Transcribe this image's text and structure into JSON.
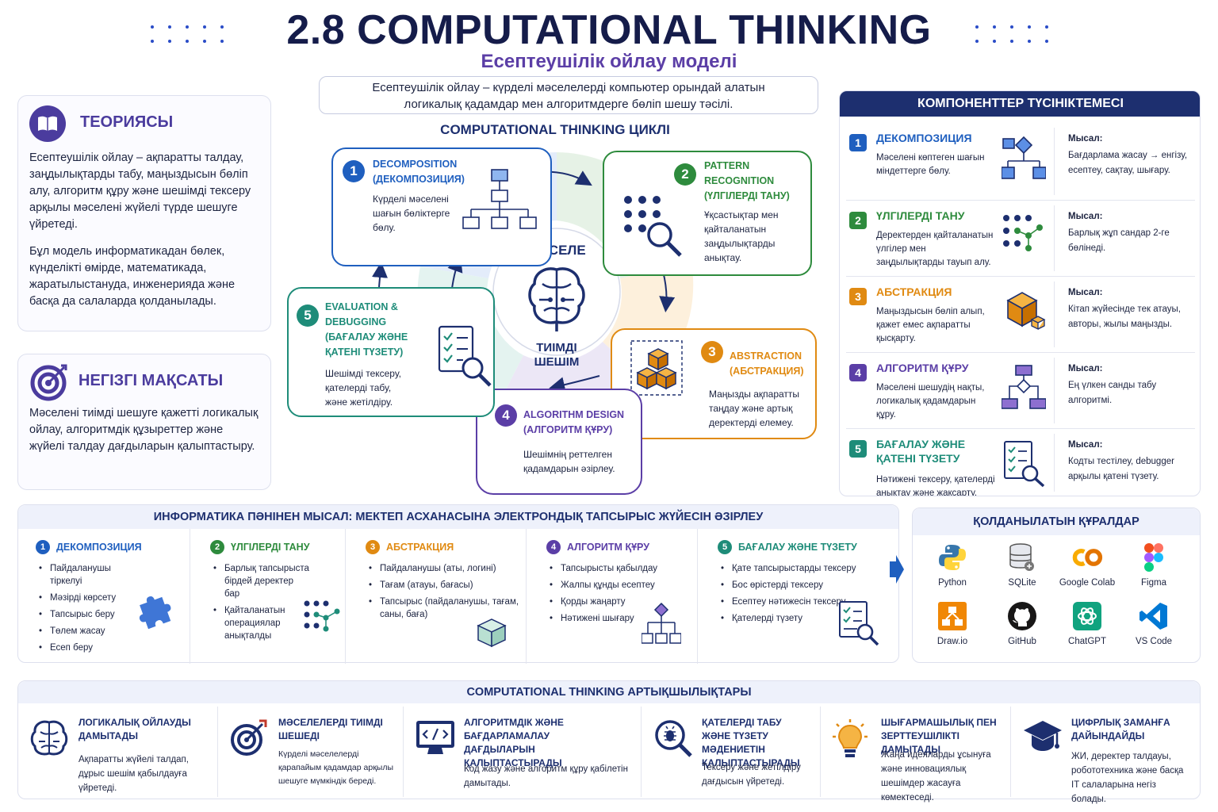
{
  "header": {
    "title": "2.8 COMPUTATIONAL THINKING",
    "subtitle": "Есептеушілік ойлау моделі",
    "definition_line1": "Есептеушілік ойлау – күрделі мәселелерді компьютер орындай алатын",
    "definition_line2": "логикалық қадамдар мен алгоритмдерге бөліп шешу тәсілі."
  },
  "theory": {
    "title": "ТЕОРИЯСЫ",
    "p1": "Есептеушілік ойлау – ақпаратты талдау, заңдылықтарды табу, маңыздысын бөліп алу, алгоритм құру және шешімді тексеру арқылы мәселені жүйелі түрде шешуге үйретеді.",
    "p2": "Бұл модель информатикадан бөлек, күнделікті өмірде, математикада, жаратылыстануда, инженерияда және басқа да салаларда қолданылады."
  },
  "goal": {
    "title": "НЕГІЗГІ МАҚСАТЫ",
    "text": "Мәселені тиімді шешуге қажетті логикалық ойлау, алгоритмдік құзыреттер және жүйелі талдау дағдыларын қалыптастыру."
  },
  "cycle": {
    "title": "COMPUTATIONAL THINKING ЦИКЛІ",
    "center_top": "МӘСЕЛЕ",
    "center_bottom1": "ТИІМДІ",
    "center_bottom2": "ШЕШІМ",
    "steps": [
      {
        "num": "1",
        "title": "DECOMPOSITION (ДЕКОМПОЗИЦИЯ)",
        "text": "Күрделі мәселені шағын бөліктерге бөлу.",
        "color": "#1f5fbf"
      },
      {
        "num": "2",
        "title": "PATTERN RECOGNITION (ҮЛГІЛЕРДІ ТАНУ)",
        "text": "Ұқсастықтар мен қайталанатын заңдылықтарды анықтау.",
        "color": "#2e8b3d"
      },
      {
        "num": "3",
        "title": "ABSTRACTION (АБСТРАКЦИЯ)",
        "text": "Маңызды ақпаратты таңдау және артық деректерді елемеу.",
        "color": "#e08a12"
      },
      {
        "num": "4",
        "title": "ALGORITHM DESIGN (АЛГОРИТМ ҚҰРУ)",
        "text": "Шешімнің реттелген қадамдарын әзірлеу.",
        "color": "#5b3ea6"
      },
      {
        "num": "5",
        "title": "EVALUATION & DEBUGGING (БАҒАЛАУ ЖӘНЕ ҚАТЕНІ ТҮЗЕТУ)",
        "text": "Шешімді тексеру, қателерді табу, және жетілдіру.",
        "color": "#1e8c79"
      }
    ]
  },
  "components": {
    "title": "КОМПОНЕНТТЕР ТҮСІНІКТЕМЕСІ",
    "rows": [
      {
        "num": "1",
        "title": "ДЕКОМПОЗИЦИЯ",
        "text": "Мәселені көптеген шағын міндеттерге бөлу.",
        "example_label": "Мысал:",
        "example": "Бағдарлама жасау → енгізу, есептеу, сақтау, шығару.",
        "color": "#1f5fbf"
      },
      {
        "num": "2",
        "title": "ҮЛГІЛЕРДІ ТАНУ",
        "text": "Деректерден қайталанатын үлгілер мен заңдылықтарды тауып алу.",
        "example_label": "Мысал:",
        "example": "Барлық жұп сандар 2-ге бөлінеді.",
        "color": "#2e8b3d"
      },
      {
        "num": "3",
        "title": "АБСТРАКЦИЯ",
        "text": "Маңыздысын бөліп алып, қажет емес ақпаратты қысқарту.",
        "example_label": "Мысал:",
        "example": "Кітап жүйесінде тек атауы, авторы, жылы маңызды.",
        "color": "#e08a12"
      },
      {
        "num": "4",
        "title": "АЛГОРИТМ ҚҰРУ",
        "text": "Мәселені шешудің нақты, логикалық қадамдарын құру.",
        "example_label": "Мысал:",
        "example": "Ең үлкен санды табу алгоритмі.",
        "color": "#5b3ea6"
      },
      {
        "num": "5",
        "title": "БАҒАЛАУ ЖӘНЕ ҚАТЕНІ ТҮЗЕТУ",
        "text": "Нәтижені тексеру, қателерді анықтау және жақсарту.",
        "example_label": "Мысал:",
        "example": "Кодты тестілеу, debugger арқылы қатені түзету.",
        "color": "#1e8c79"
      }
    ]
  },
  "example": {
    "title": "ИНФОРМАТИКА ПӘНІНЕН МЫСАЛ: МЕКТЕП АСХАНАСЫНА ЭЛЕКТРОНДЫҚ ТАПСЫРЫС ЖҮЙЕСІН ӘЗІРЛЕУ",
    "columns": [
      {
        "num": "1",
        "title": "ДЕКОМПОЗИЦИЯ",
        "color": "#1f5fbf",
        "items": [
          "Пайдаланушы тіркелуі",
          "Мәзірді көрсету",
          "Тапсырыс беру",
          "Төлем жасау",
          "Есеп беру"
        ]
      },
      {
        "num": "2",
        "title": "ҮЛГІЛЕРДІ ТАНУ",
        "color": "#2e8b3d",
        "items": [
          "Барлық тапсырыста бірдей деректер бар",
          "Қайталанатын операциялар анықталды"
        ]
      },
      {
        "num": "3",
        "title": "АБСТРАКЦИЯ",
        "color": "#e08a12",
        "items": [
          "Пайдаланушы (аты, логині)",
          "Тағам (атауы, бағасы)",
          "Тапсырыс (пайдаланушы, тағам, саны, баға)"
        ]
      },
      {
        "num": "4",
        "title": "АЛГОРИТМ ҚҰРУ",
        "color": "#5b3ea6",
        "items": [
          "Тапсырысты қабылдау",
          "Жалпы құнды есептеу",
          "Қорды жаңарту",
          "Нәтижені шығару"
        ]
      },
      {
        "num": "5",
        "title": "БАҒАЛАУ ЖӘНЕ ТҮЗЕТУ",
        "color": "#1e8c79",
        "items": [
          "Қате тапсырыстарды тексеру",
          "Бос өрістерді тексеру",
          "Есептеу нәтижесін тексеру",
          "Қателерді түзету"
        ]
      }
    ]
  },
  "tools": {
    "title": "ҚОЛДАНЫЛАТЫН ҚҰРАЛДАР",
    "items": [
      "Python",
      "SQLite",
      "Google Colab",
      "Figma",
      "Draw.io",
      "GitHub",
      "ChatGPT",
      "VS Code"
    ]
  },
  "advantages": {
    "title": "COMPUTATIONAL THINKING АРТЫҚШЫЛЫҚТАРЫ",
    "items": [
      {
        "title": "ЛОГИКАЛЫҚ ОЙЛАУДЫ ДАМЫТАДЫ",
        "text": "Ақпаратты жүйелі талдап, дұрыс шешім қабылдауға үйретеді."
      },
      {
        "title": "МӘСЕЛЕЛЕРДІ ТИІМДІ ШЕШЕДІ",
        "text": "Күрделі мәселелерді қарапайым қадамдар арқылы шешуге мүмкіндік береді."
      },
      {
        "title": "АЛГОРИТМДІК ЖӘНЕ БАҒДАРЛАМАЛАУ ДАҒДЫЛАРЫН ҚАЛЫПТАСТЫРАДЫ",
        "text": "Код жазу және алгоритм құру қабілетін дамытады."
      },
      {
        "title": "ҚАТЕЛЕРДІ ТАБУ ЖӘНЕ ТҮЗЕТУ МӘДЕНИЕТІН ҚАЛЫПТАСТЫРАДЫ",
        "text": "Тексеру және жетілдіру дағдысын үйретеді."
      },
      {
        "title": "ШЫҒАРМАШЫЛЫҚ ПЕН ЗЕРТТЕУШІЛІКТІ ДАМЫТАДЫ",
        "text": "Жаңа идеяларды ұсынуға және инновациялық шешімдер жасауға көмектеседі."
      },
      {
        "title": "ЦИФРЛЫҚ ЗАМАНҒА ДАЙЫНДАЙДЫ",
        "text": "ЖИ, деректер талдауы, робототехника және басқа IT салаларына негіз болады."
      }
    ]
  }
}
